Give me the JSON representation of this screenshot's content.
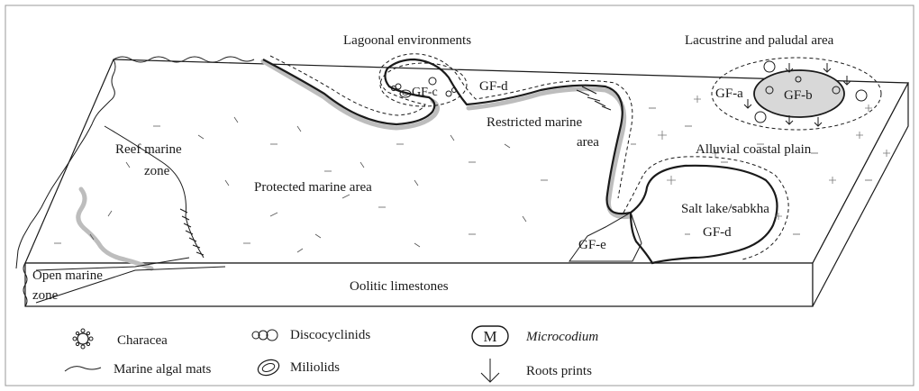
{
  "labels": {
    "lagoonal": "Lagoonal environments",
    "lacustrine": "Lacustrine and paludal area",
    "gf_d_top": "GF-d",
    "gf_c": "GF-c",
    "gf_a": "GF-a",
    "gf_b": "GF-b",
    "restricted_1": "Restricted marine",
    "restricted_2": "area",
    "alluvial": "Alluvial coastal plain",
    "reef_1": "Reef marine",
    "reef_2": "zone",
    "protected": "Protected marine area",
    "salt_lake": "Salt lake/sabkha",
    "gf_d_salt": "GF-d",
    "gf_e": "GF-e",
    "open_marine_1": "Open marine",
    "open_marine_2": "zone",
    "oolitic": "Oolitic limestones"
  },
  "legend": {
    "characea": "Characea",
    "discocyclinids": "Discocyclinids",
    "microcodium_symbol": "M",
    "microcodium": "Microcodium",
    "algal_mats": "Marine algal mats",
    "miliolids": "Miliolids",
    "roots": "Roots prints"
  }
}
